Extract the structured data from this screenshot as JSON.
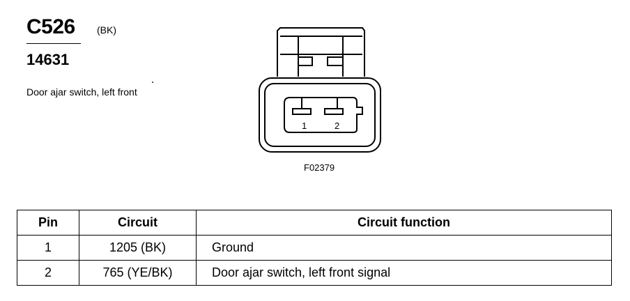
{
  "connector": {
    "id": "C526",
    "color": "(BK)",
    "part_number": "14631",
    "description": "Door ajar switch, left front"
  },
  "figure": {
    "code": "F02379",
    "pin_labels": [
      "1",
      "2"
    ]
  },
  "table": {
    "headers": {
      "pin": "Pin",
      "circuit": "Circuit",
      "function": "Circuit function"
    },
    "rows": [
      {
        "pin": "1",
        "circuit": "1205 (BK)",
        "function": "Ground"
      },
      {
        "pin": "2",
        "circuit": "765 (YE/BK)",
        "function": "Door ajar switch, left front signal"
      }
    ]
  }
}
